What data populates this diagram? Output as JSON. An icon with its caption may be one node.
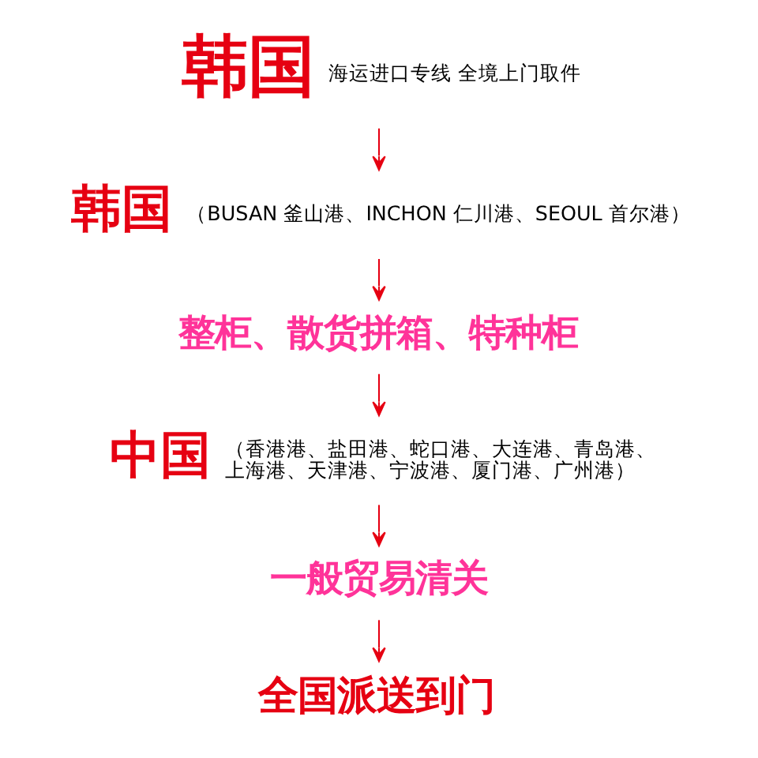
{
  "diagram": {
    "nodes": [
      {
        "text": [
          "韩国"
        ],
        "beside": [
          "海运进口专线 全境上门取件"
        ]
      },
      {
        "text": [
          "韩国"
        ],
        "beside": [
          "（BUSAN 釜山港、INCHON 仁川港、SEOUL 首尔港）"
        ]
      },
      {
        "text": [
          "整柜、散货拼箱、特种柜"
        ]
      },
      {
        "text": [
          "中国"
        ],
        "beside": [
          "（香港港、盐田港、蛇口港、大连港、青岛港、上海港、天津港、宁波港、厦门港、广州港）"
        ]
      },
      {
        "text": [
          "一般贸易清关"
        ]
      },
      {
        "text": [
          "全国派送到门"
        ]
      }
    ],
    "edges": [
      {
        "from": 0,
        "to": 1,
        "arrow": "to"
      },
      {
        "from": 1,
        "to": 2,
        "arrow": "to"
      },
      {
        "from": 2,
        "to": 3,
        "arrow": "to"
      },
      {
        "from": 3,
        "to": 4,
        "arrow": "to"
      },
      {
        "from": 4,
        "to": 5,
        "arrow": "to"
      }
    ]
  }
}
